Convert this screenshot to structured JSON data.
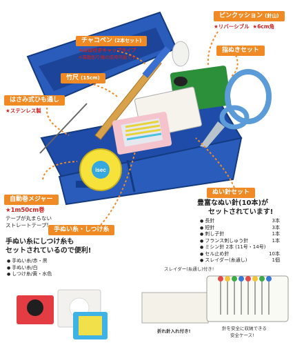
{
  "labels": {
    "chacopen": {
      "title": "チャコペン",
      "note": "(2本セット)",
      "lines": [
        "★はは付きキャップタイプ",
        "※電動削り機の使用可能です。"
      ]
    },
    "pincushion": {
      "title": "ピンクッション",
      "note": "(針山)",
      "feature1": "★リバーシブル",
      "feature2": "★6cm角"
    },
    "ruler": {
      "title": "竹尺",
      "note": "(15cm)"
    },
    "thimble": {
      "title": "指ぬきセット"
    },
    "threader_clip": {
      "title": "はさみ式ひも通し",
      "feature": "★ステンレス製"
    },
    "measure": {
      "title": "自動巻メジャー",
      "feature": "★1m50cm巻",
      "lines": [
        "テープが丸まらない",
        "ストレートテープ!"
      ]
    },
    "needles": {
      "title": "ぬい針セット",
      "headline": [
        "豊富なぬい針(10本)が",
        "セットされています!"
      ],
      "items": [
        {
          "name": "長針",
          "qty": "3本"
        },
        {
          "name": "短針",
          "qty": "3本"
        },
        {
          "name": "刺し子針",
          "qty": "1本"
        },
        {
          "name": "フランス刺しゅう針",
          "qty": "1本"
        },
        {
          "name": "ミシン針 2本 (11号・14号)",
          "qty": ""
        },
        {
          "name": "セル止め針",
          "qty": "10本"
        },
        {
          "name": "スレイダー(糸通し)",
          "qty": "1個"
        }
      ],
      "threader_note": "スレイダー(糸通し)付き!",
      "pin_cover_note": "折れ針入れ付き!",
      "case_note": [
        "針を安全に収納できる",
        "安全ケース!"
      ]
    },
    "thread": {
      "title": "手ぬい糸・しつけ糸",
      "headline": [
        "手ぬい糸にしつけ糸も",
        "セットされているので便利!"
      ],
      "items": [
        "手ぬい糸/赤・黒",
        "手ぬい糸/白",
        "しつけ糸/黄・水色"
      ]
    }
  },
  "tape_brand": "isec",
  "colors": {
    "accent": "#f08a24",
    "box": "#1f4fa8",
    "red_text": "#d0211c"
  }
}
